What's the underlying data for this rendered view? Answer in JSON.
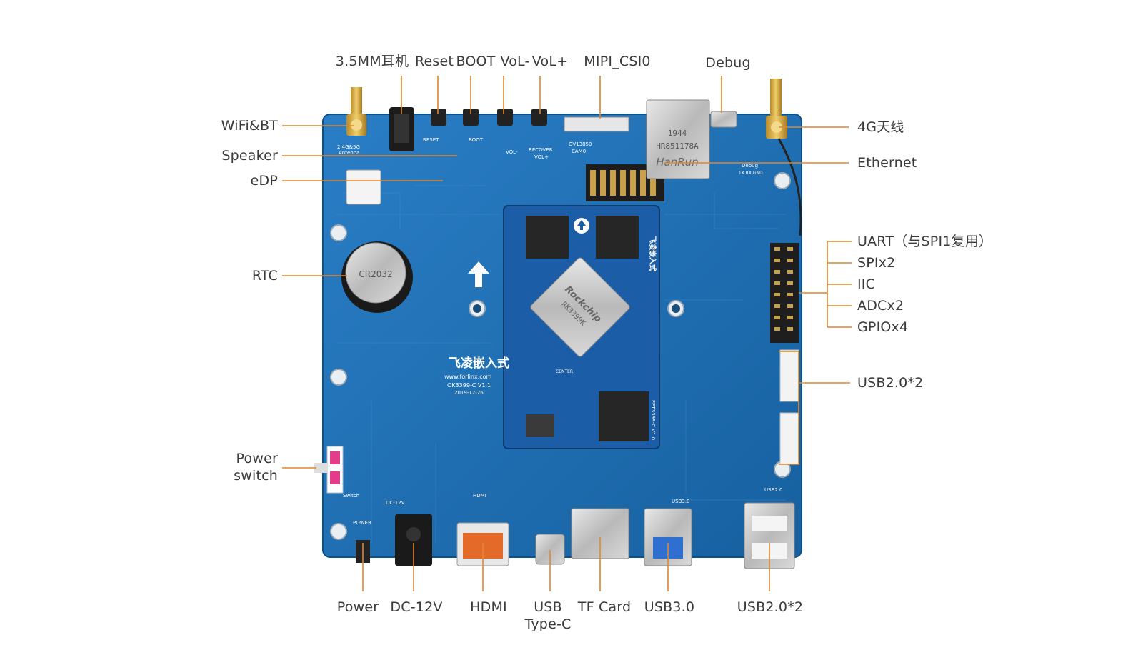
{
  "labels": {
    "top": {
      "headphone": "3.5MM耳机",
      "reset": "Reset",
      "boot": "BOOT",
      "vol_minus": "VoL-",
      "vol_plus": "VoL+",
      "mipi": "MIPI_CSI0",
      "debug": "Debug"
    },
    "left": {
      "wifi": "WiFi&BT",
      "speaker": "Speaker",
      "edp": "eDP",
      "rtc": "RTC",
      "power_switch_1": "Power",
      "power_switch_2": "switch"
    },
    "right": {
      "antenna_4g": "4G天线",
      "ethernet": "Ethernet",
      "uart": "UART（与SPI1复用）",
      "spi": "SPIx2",
      "iic": "IIC",
      "adc": "ADCx2",
      "gpio": "GPIOx4",
      "usb2_right": "USB2.0*2"
    },
    "bottom": {
      "power": "Power",
      "dc": "DC-12V",
      "hdmi": "HDMI",
      "usb_c_1": "USB",
      "usb_c_2": "Type-C",
      "tf": "TF Card",
      "usb3": "USB3.0",
      "usb2_bottom": "USB2.0*2"
    }
  },
  "board": {
    "brand_text": "飞凌嵌入式",
    "website": "www.forlinx.com",
    "model": "OK3399-C V1.1",
    "date": "2019-12-26",
    "chip_brand": "Rockchip",
    "chip_model": "RK3399K",
    "som_model": "FET3399-C V1.0",
    "som_brand": "飞凌嵌入式",
    "ethernet_jack": "HanRun",
    "ethernet_part": "HR851178A",
    "ethernet_year": "1944",
    "camera": "OV13850",
    "camera_sub": "CAM0",
    "battery_text": "CR2032",
    "silk_reset": "RESET",
    "silk_boot": "BOOT",
    "silk_vol": "VOL-",
    "silk_recover": "RECOVER",
    "silk_volplus": "VOL+",
    "silk_antenna": "2.4G&5G",
    "silk_antenna2": "Antenna",
    "silk_debug": "Debug",
    "silk_debug_pins": "TX RX GND",
    "silk_hdmi": "HDMI",
    "silk_usb3": "USB3.0",
    "silk_usb2": "USB2.0",
    "silk_power": "POWER",
    "silk_dc": "DC-12V",
    "silk_switch": "Switch",
    "silk_center": "CENTER"
  },
  "colors": {
    "board": "#1c6fb5",
    "leader": "#e2862c",
    "label": "#3a3a3a"
  }
}
